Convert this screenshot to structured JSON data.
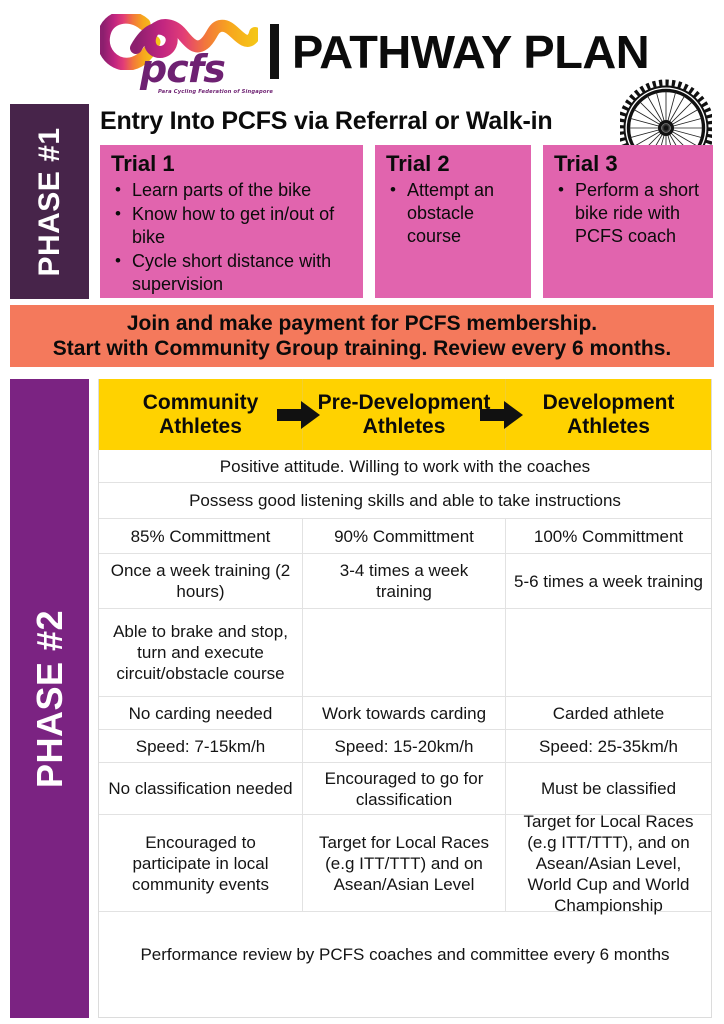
{
  "header": {
    "logo_word": "pcfs",
    "logo_tagline": "Para Cycling Federation of Singapore",
    "title": "PATHWAY PLAN",
    "logo_colors": {
      "purple": "#8C1F6E",
      "magenta": "#D62A7A",
      "orange": "#F2763C",
      "yellow": "#F5C518",
      "wordmark": "#6E2172"
    },
    "wheel_icon": "bicycle-wheel-icon"
  },
  "phase1": {
    "label": "PHASE #1",
    "bar_color": "#47244A",
    "heading": "Entry Into PCFS via Referral or Walk-in",
    "box_color": "#E164AE",
    "trials": [
      {
        "title": "Trial 1",
        "items": [
          "Learn parts of the bike",
          "Know how to get in/out of bike",
          "Cycle short distance with supervision"
        ]
      },
      {
        "title": "Trial 2",
        "items": [
          "Attempt an obstacle course"
        ]
      },
      {
        "title": "Trial 3",
        "items": [
          "Perform a short bike ride with PCFS coach"
        ]
      }
    ]
  },
  "banner": {
    "color": "#F4795C",
    "line1": "Join and make payment for PCFS membership.",
    "line2": "Start with Community Group training. Review every 6 months."
  },
  "phase2": {
    "label": "PHASE #2",
    "bar_color": "#7B2382",
    "header_color": "#FFD200",
    "columns": [
      {
        "line1": "Community",
        "line2": "Athletes"
      },
      {
        "line1": "Pre-Development",
        "line2": "Athletes"
      },
      {
        "line1": "Development",
        "line2": "Athletes"
      }
    ],
    "arrow_icon": "right-arrow-icon",
    "rows": [
      {
        "type": "full",
        "text": "Positive attitude. Willing to work with the coaches"
      },
      {
        "type": "full",
        "text": "Possess good listening skills and able to take instructions"
      },
      {
        "type": "cells",
        "cells": [
          "85% Committment",
          "90% Committment",
          "100% Committment"
        ]
      },
      {
        "type": "cells",
        "cells": [
          "Once a week training (2 hours)",
          "3-4 times a week training",
          "5-6 times a week training"
        ]
      },
      {
        "type": "cells",
        "cells": [
          "Able to brake and stop, turn and execute circuit/obstacle course",
          "",
          ""
        ]
      },
      {
        "type": "cells",
        "cells": [
          "No carding needed",
          "Work towards carding",
          "Carded athlete"
        ]
      },
      {
        "type": "cells",
        "cells": [
          "Speed: 7-15km/h",
          "Speed: 15-20km/h",
          "Speed: 25-35km/h"
        ]
      },
      {
        "type": "cells",
        "cells": [
          "No classification needed",
          "Encouraged to go for classification",
          "Must be classified"
        ]
      },
      {
        "type": "cells",
        "cells": [
          "Encouraged to participate in local community events",
          "Target for Local Races (e.g ITT/TTT) and on Asean/Asian Level",
          "Target for Local Races (e.g ITT/TTT), and on Asean/Asian Level, World Cup and World Championship"
        ]
      },
      {
        "type": "full",
        "text": "Performance review by PCFS coaches and committee every 6 months"
      }
    ]
  }
}
